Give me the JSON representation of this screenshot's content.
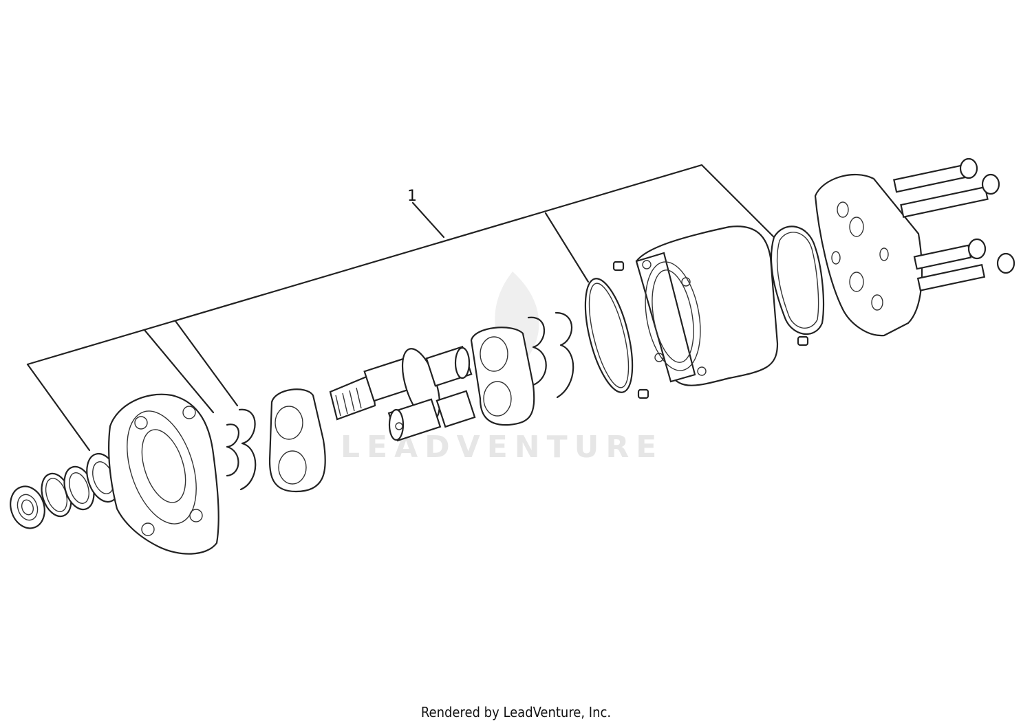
{
  "diagram": {
    "callouts": [
      {
        "label": "1"
      }
    ],
    "watermark": "LEADVENTURE"
  },
  "footer": {
    "text": "Rendered by LeadVenture, Inc."
  }
}
